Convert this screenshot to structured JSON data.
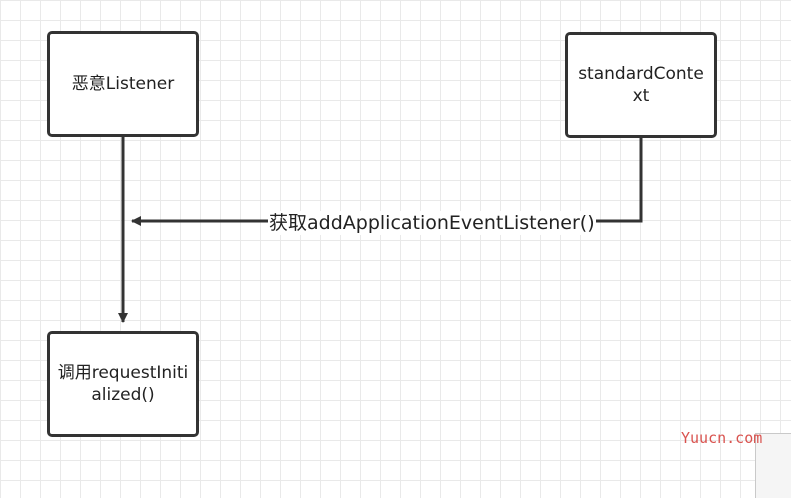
{
  "diagram": {
    "nodes": {
      "malicious_listener": "恶意Listener",
      "standard_context": "standardContext",
      "call_request_initialized": "调用requestInitialized()"
    },
    "edge_label": "获取addApplicationEventListener()",
    "line_color": "#333333",
    "grid_color": "#e9e9e9"
  },
  "watermark": {
    "text": "Yuucn.com",
    "color": "#d9534f"
  }
}
